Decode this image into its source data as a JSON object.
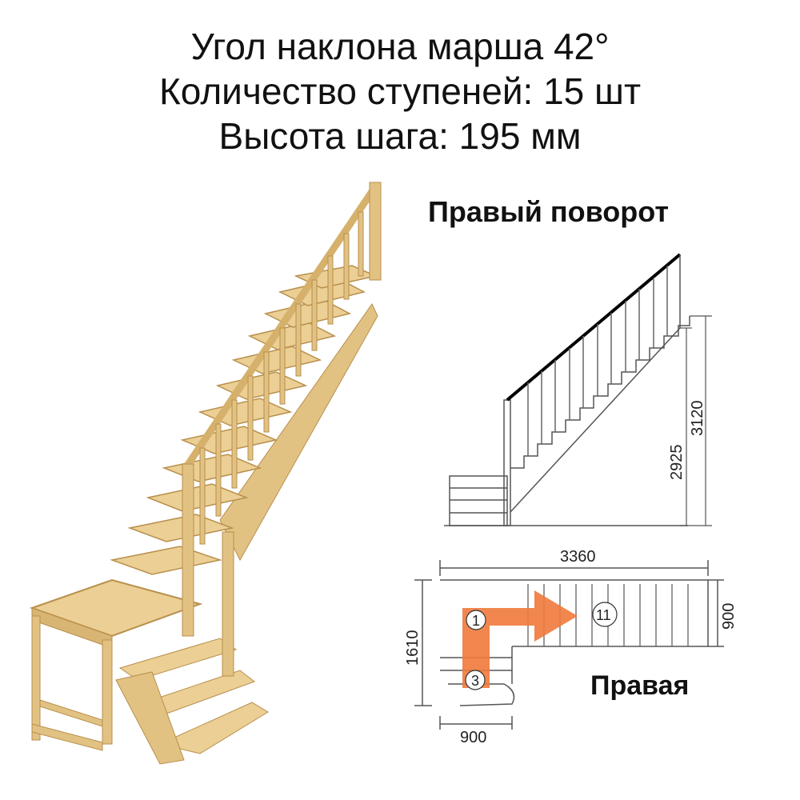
{
  "header": {
    "line1": "Угол наклона марша 42°",
    "line2": "Количество ступеней: 15 шт",
    "line3": "Высота шага: 195 мм"
  },
  "side_view": {
    "title": "Правый поворот",
    "dim_total_height": "3120",
    "dim_floor_height": "2925"
  },
  "plan_view": {
    "dim_length": "3360",
    "dim_width_upper": "900",
    "dim_width_total": "1610",
    "dim_width_lower": "900",
    "step_first": "1",
    "step_turn": "3",
    "step_last": "11",
    "label": "Правая"
  },
  "colors": {
    "wood": "#E8C98A",
    "wood_dark": "#C9A35E",
    "arrow": "#F07A3C",
    "line": "#555555"
  }
}
